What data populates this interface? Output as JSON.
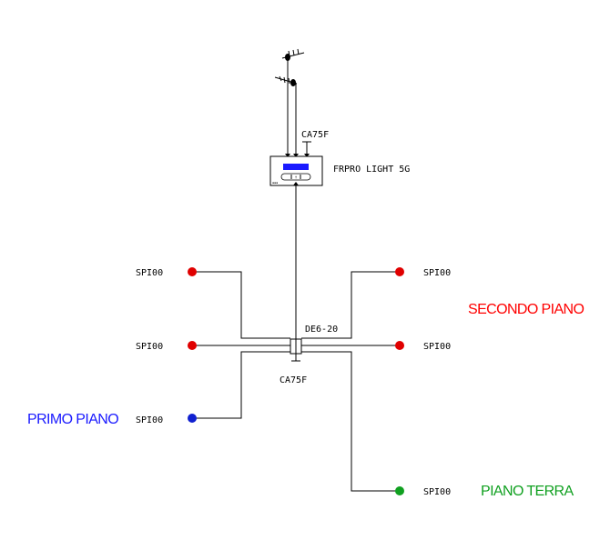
{
  "device": {
    "name": "FRPRO LIGHT 5G"
  },
  "labels": {
    "top_termination": "CA75F",
    "splitter": "DE6-20",
    "bottom_termination": "CA75F"
  },
  "outlets": [
    {
      "label": "SPI00",
      "color": "#e00000"
    },
    {
      "label": "SPI00",
      "color": "#e00000"
    },
    {
      "label": "SPI00",
      "color": "#1020d0"
    },
    {
      "label": "SPI00",
      "color": "#e00000"
    },
    {
      "label": "SPI00",
      "color": "#e00000"
    },
    {
      "label": "SPI00",
      "color": "#10a020"
    }
  ],
  "floors": {
    "secondo": {
      "text": "SECONDO PIANO",
      "color": "#ff0000"
    },
    "primo": {
      "text": "PRIMO PIANO",
      "color": "#1a1aff"
    },
    "terra": {
      "text": "PIANO TERRA",
      "color": "#10a020"
    }
  }
}
